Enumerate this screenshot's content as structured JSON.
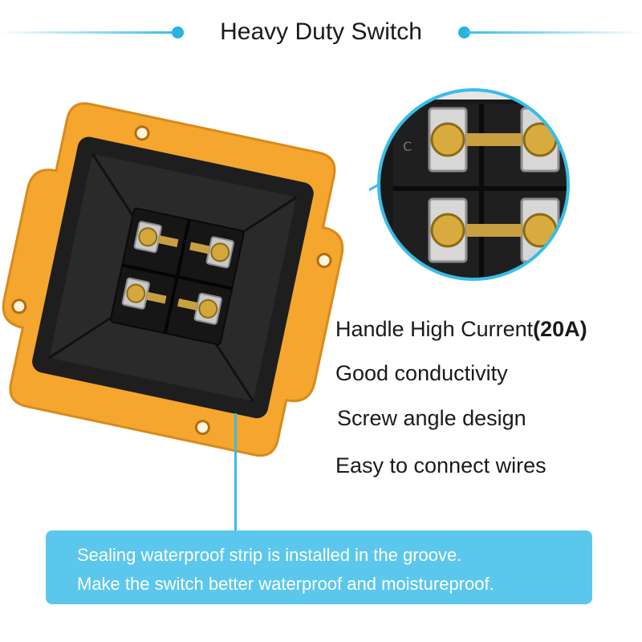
{
  "header": {
    "title": "Heavy Duty Switch"
  },
  "features": {
    "item1_text": "Handle High Current",
    "item1_bold": "(20A)",
    "item2": "Good conductivity",
    "item3": "Screw angle design",
    "item4": "Easy to connect wires"
  },
  "info_box": {
    "line1": "Sealing waterproof strip is installed in the groove.",
    "line2": "Make the switch better waterproof and moistureproof."
  },
  "zoom_marking": "C",
  "colors": {
    "accent": "#38bde8",
    "info_bg": "#5cc7ec",
    "gasket": "#f5a62e",
    "housing": "#1e1e1e"
  }
}
